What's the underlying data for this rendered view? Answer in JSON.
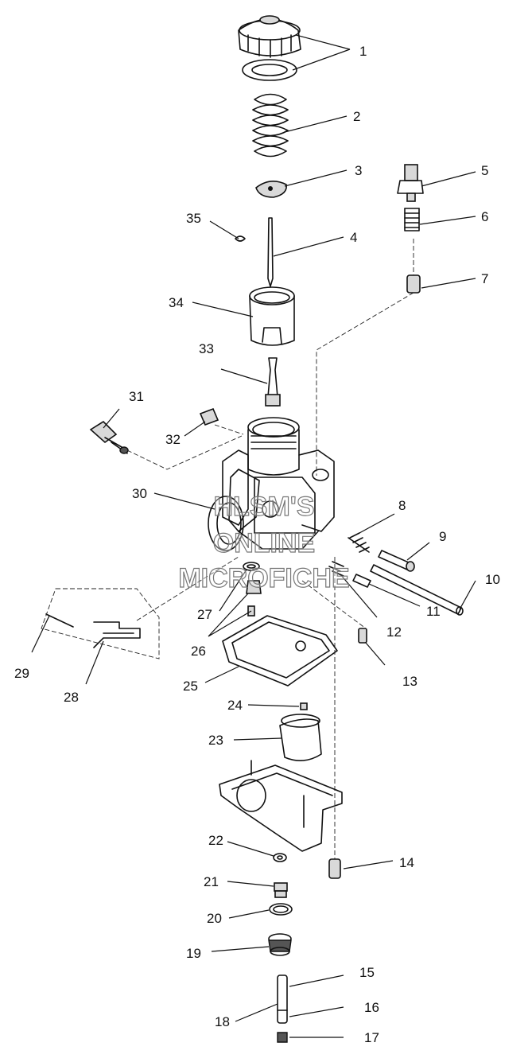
{
  "watermark": {
    "line1": "HLSM'S",
    "line2": "ONLINE",
    "line3": "MICROFICHE"
  },
  "callouts": [
    {
      "id": "1",
      "label": "1"
    },
    {
      "id": "2",
      "label": "2"
    },
    {
      "id": "3",
      "label": "3"
    },
    {
      "id": "4",
      "label": "4"
    },
    {
      "id": "5",
      "label": "5"
    },
    {
      "id": "6",
      "label": "6"
    },
    {
      "id": "7",
      "label": "7"
    },
    {
      "id": "8",
      "label": "8"
    },
    {
      "id": "9",
      "label": "9"
    },
    {
      "id": "10",
      "label": "10"
    },
    {
      "id": "11",
      "label": "11"
    },
    {
      "id": "12",
      "label": "12"
    },
    {
      "id": "13",
      "label": "13"
    },
    {
      "id": "14",
      "label": "14"
    },
    {
      "id": "15",
      "label": "15"
    },
    {
      "id": "16",
      "label": "16"
    },
    {
      "id": "17",
      "label": "17"
    },
    {
      "id": "18",
      "label": "18"
    },
    {
      "id": "19",
      "label": "19"
    },
    {
      "id": "20",
      "label": "20"
    },
    {
      "id": "21",
      "label": "21"
    },
    {
      "id": "22",
      "label": "22"
    },
    {
      "id": "23",
      "label": "23"
    },
    {
      "id": "24",
      "label": "24"
    },
    {
      "id": "25",
      "label": "25"
    },
    {
      "id": "26",
      "label": "26"
    },
    {
      "id": "27",
      "label": "27"
    },
    {
      "id": "28",
      "label": "28"
    },
    {
      "id": "29",
      "label": "29"
    },
    {
      "id": "30",
      "label": "30"
    },
    {
      "id": "31",
      "label": "31"
    },
    {
      "id": "32",
      "label": "32"
    },
    {
      "id": "33",
      "label": "33"
    },
    {
      "id": "34",
      "label": "34"
    },
    {
      "id": "35",
      "label": "35"
    }
  ]
}
